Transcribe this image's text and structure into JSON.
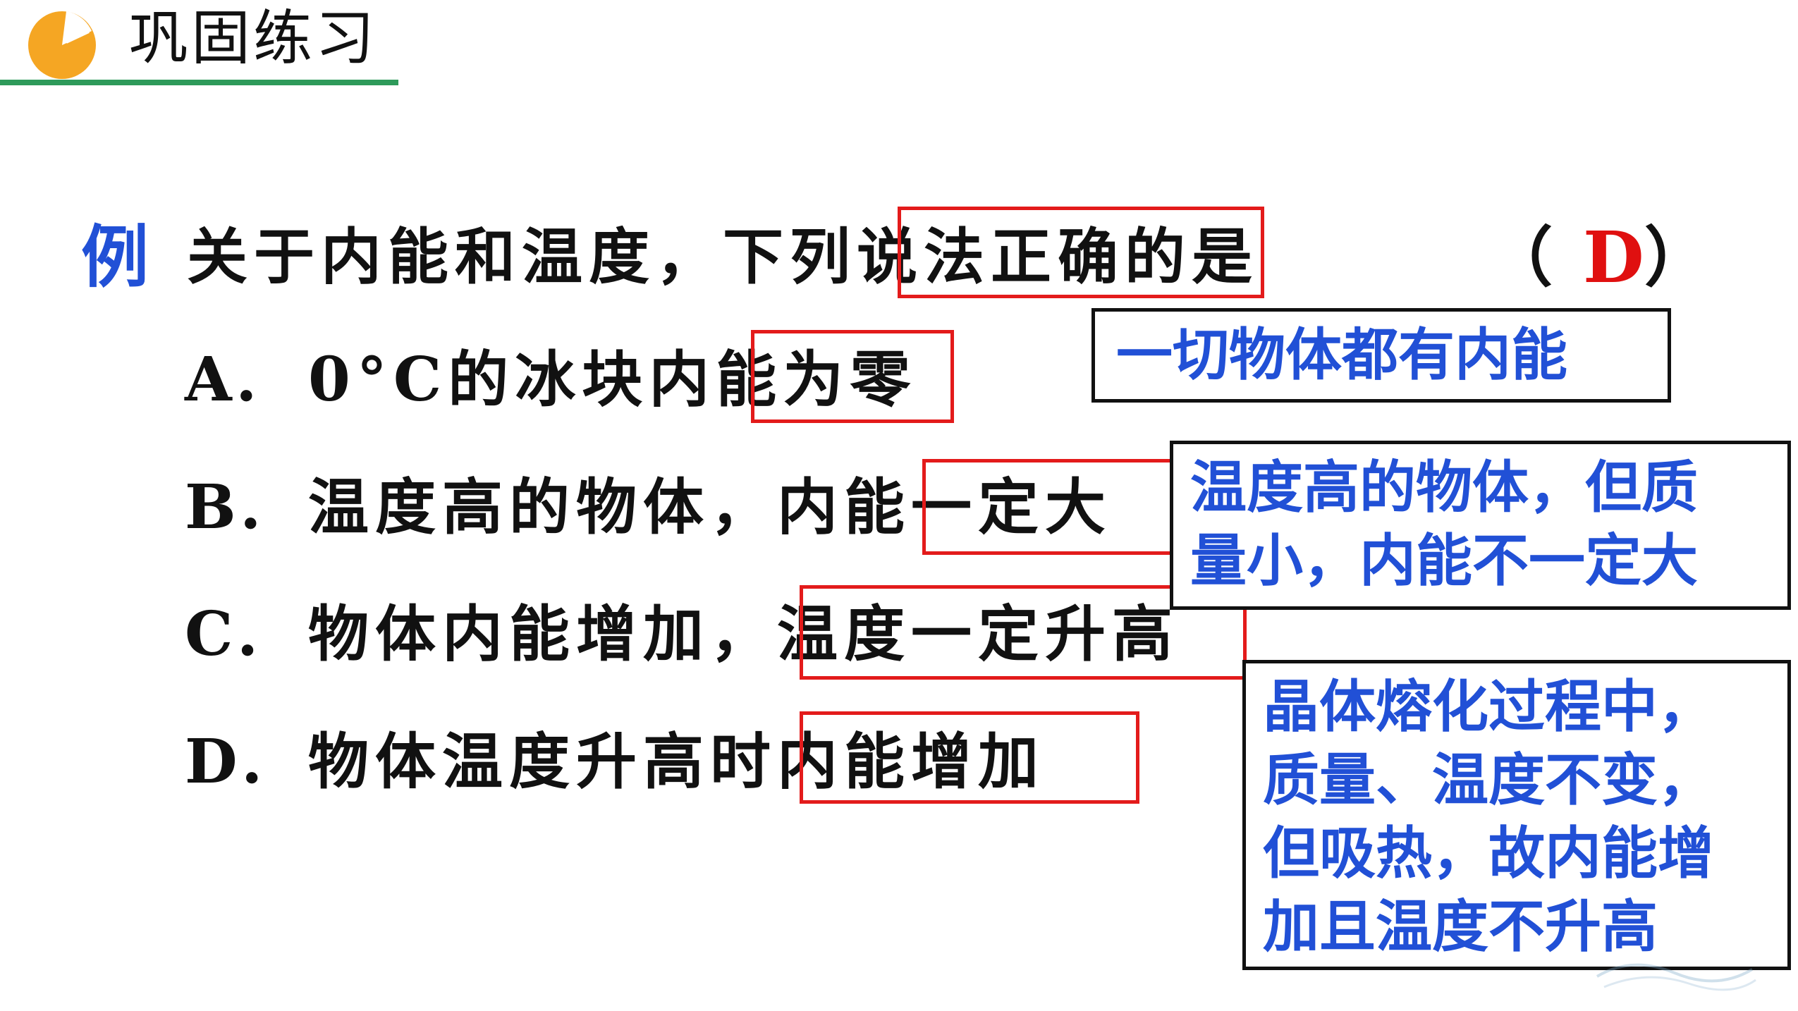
{
  "header": {
    "title": "巩固练习",
    "icon": "pie-icon",
    "colors": {
      "icon": "#f5a623",
      "line": "#2e9a5a"
    }
  },
  "question": {
    "label": "例",
    "stem": "关于内能和温度，下列说法正确的是",
    "answer_open": "（",
    "answer": "D",
    "answer_close": "）",
    "options": [
      {
        "key": "A．",
        "text": "0°C的冰块内能为零"
      },
      {
        "key": "B．",
        "text": "温度高的物体，内能一定大"
      },
      {
        "key": "C．",
        "text": "物体内能增加，温度一定升高"
      },
      {
        "key": "D．",
        "text": "物体温度升高时内能增加"
      }
    ]
  },
  "notes": {
    "a": "一切物体都有内能",
    "b": "温度高的物体，但质\n量小，内能不一定大",
    "c": "晶体熔化过程中，\n质量、温度不变，\n但吸热，故内能增\n加且温度不升高"
  },
  "colors": {
    "label_blue": "#2150d6",
    "answer_red": "#e01010",
    "highlight_red": "#e31b1b"
  }
}
